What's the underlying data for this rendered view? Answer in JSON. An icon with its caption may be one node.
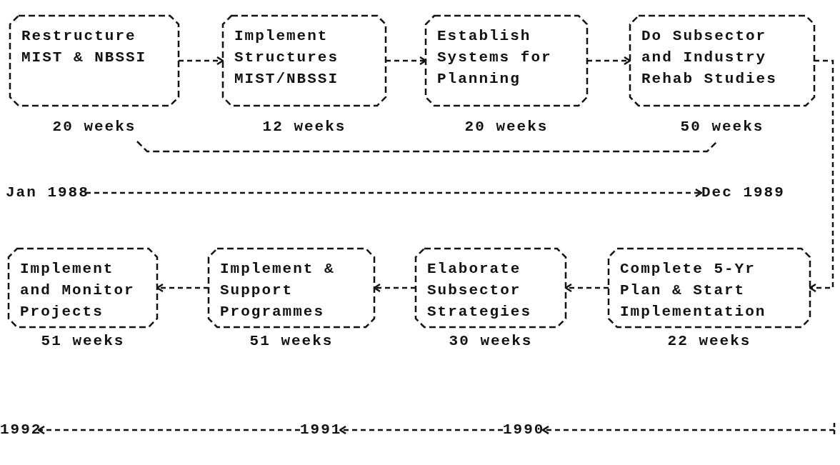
{
  "diagram": {
    "nodes": [
      {
        "text": [
          "Restructure MIST & NBSSI"
        ],
        "beside": [
          "20 weeks"
        ]
      },
      {
        "text": [
          "Implement Structures MIST/NBSSI"
        ],
        "beside": [
          "12 weeks"
        ]
      },
      {
        "text": [
          "Establish Systems for Planning"
        ],
        "beside": [
          "20 weeks"
        ]
      },
      {
        "text": [
          "Do Subsector and Industry Rehab Studies"
        ],
        "beside": [
          "50 weeks"
        ]
      },
      {
        "text": [
          "Implement and Monitor Projects"
        ],
        "beside": [
          "51 weeks"
        ]
      },
      {
        "text": [
          "Implement & Support Programmes"
        ],
        "beside": [
          "51 weeks"
        ]
      },
      {
        "text": [
          "Elaborate Subsector Strategies"
        ],
        "beside": [
          "30 weeks"
        ]
      },
      {
        "text": [
          "Complete 5-Yr Plan & Start Implementation"
        ],
        "beside": [
          "22 weeks"
        ]
      },
      {
        "text": [
          "Jan 1988"
        ]
      },
      {
        "text": [
          "Dec 1989"
        ]
      },
      {
        "text": [
          "1992"
        ]
      },
      {
        "text": [
          "1991"
        ]
      },
      {
        "text": [
          "1990"
        ]
      }
    ],
    "edges": [
      {
        "from": 0,
        "to": 1,
        "arrow": "to"
      },
      {
        "from": 1,
        "to": 2,
        "arrow": "to"
      },
      {
        "from": 2,
        "to": 3,
        "arrow": "to"
      },
      {
        "from": 3,
        "to": 7,
        "arrow": "to"
      },
      {
        "from": 7,
        "to": 6,
        "arrow": "to"
      },
      {
        "from": 6,
        "to": 5,
        "arrow": "to"
      },
      {
        "from": 5,
        "to": 4,
        "arrow": "to"
      },
      {
        "from": 8,
        "to": 9,
        "arrow": "to"
      },
      {
        "from": null,
        "to": 12,
        "arrow": "to"
      },
      {
        "from": 12,
        "to": 11,
        "arrow": "to"
      },
      {
        "from": 11,
        "to": 10,
        "arrow": "to"
      }
    ]
  }
}
